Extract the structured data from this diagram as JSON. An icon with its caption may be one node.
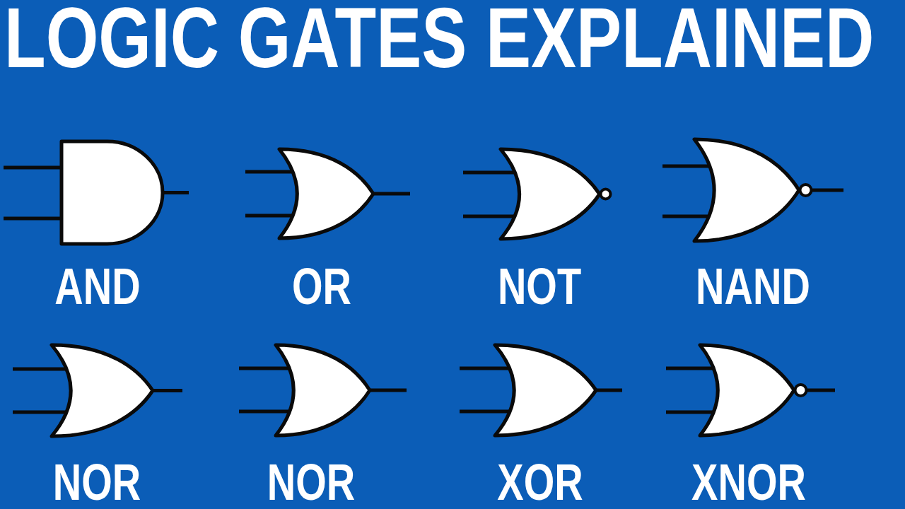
{
  "diagram": {
    "title": "LOGIC GATES EXPLAINED",
    "nodes": [
      {
        "text": [
          "AND"
        ]
      },
      {
        "text": [
          "OR"
        ]
      },
      {
        "text": [
          "NOT"
        ]
      },
      {
        "text": [
          "NAND"
        ]
      },
      {
        "text": [
          "NOR"
        ]
      },
      {
        "text": [
          "NOR"
        ]
      },
      {
        "text": [
          "XOR"
        ]
      },
      {
        "text": [
          "XNOR"
        ]
      }
    ]
  }
}
